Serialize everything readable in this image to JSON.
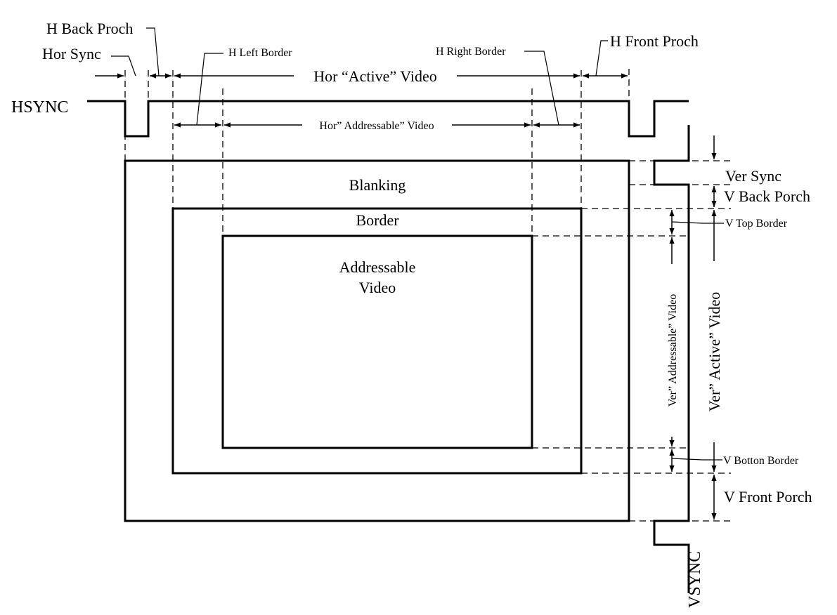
{
  "signals": {
    "hsync": "HSYNC",
    "vsync": "VSYNC"
  },
  "regions": {
    "blanking": "Blanking",
    "border": "Border",
    "addressable_line1": "Addressable",
    "addressable_line2": "Video"
  },
  "horizontal": {
    "back_porch": "H Back Proch",
    "sync": "Hor Sync",
    "left_border": "H Left Border",
    "right_border": "H Right Border",
    "front_porch": "H Front Proch",
    "active_video": "Hor “Active” Video",
    "addressable_video": "Hor” Addressable” Video"
  },
  "vertical": {
    "sync": "Ver Sync",
    "back_porch": "V Back Porch",
    "top_border": "V Top Border",
    "bottom_border": "V Botton Border",
    "front_porch": "V Front Porch",
    "addressable_video": "Ver” Addressable” Video",
    "active_video": "Ver” Active” Video"
  }
}
